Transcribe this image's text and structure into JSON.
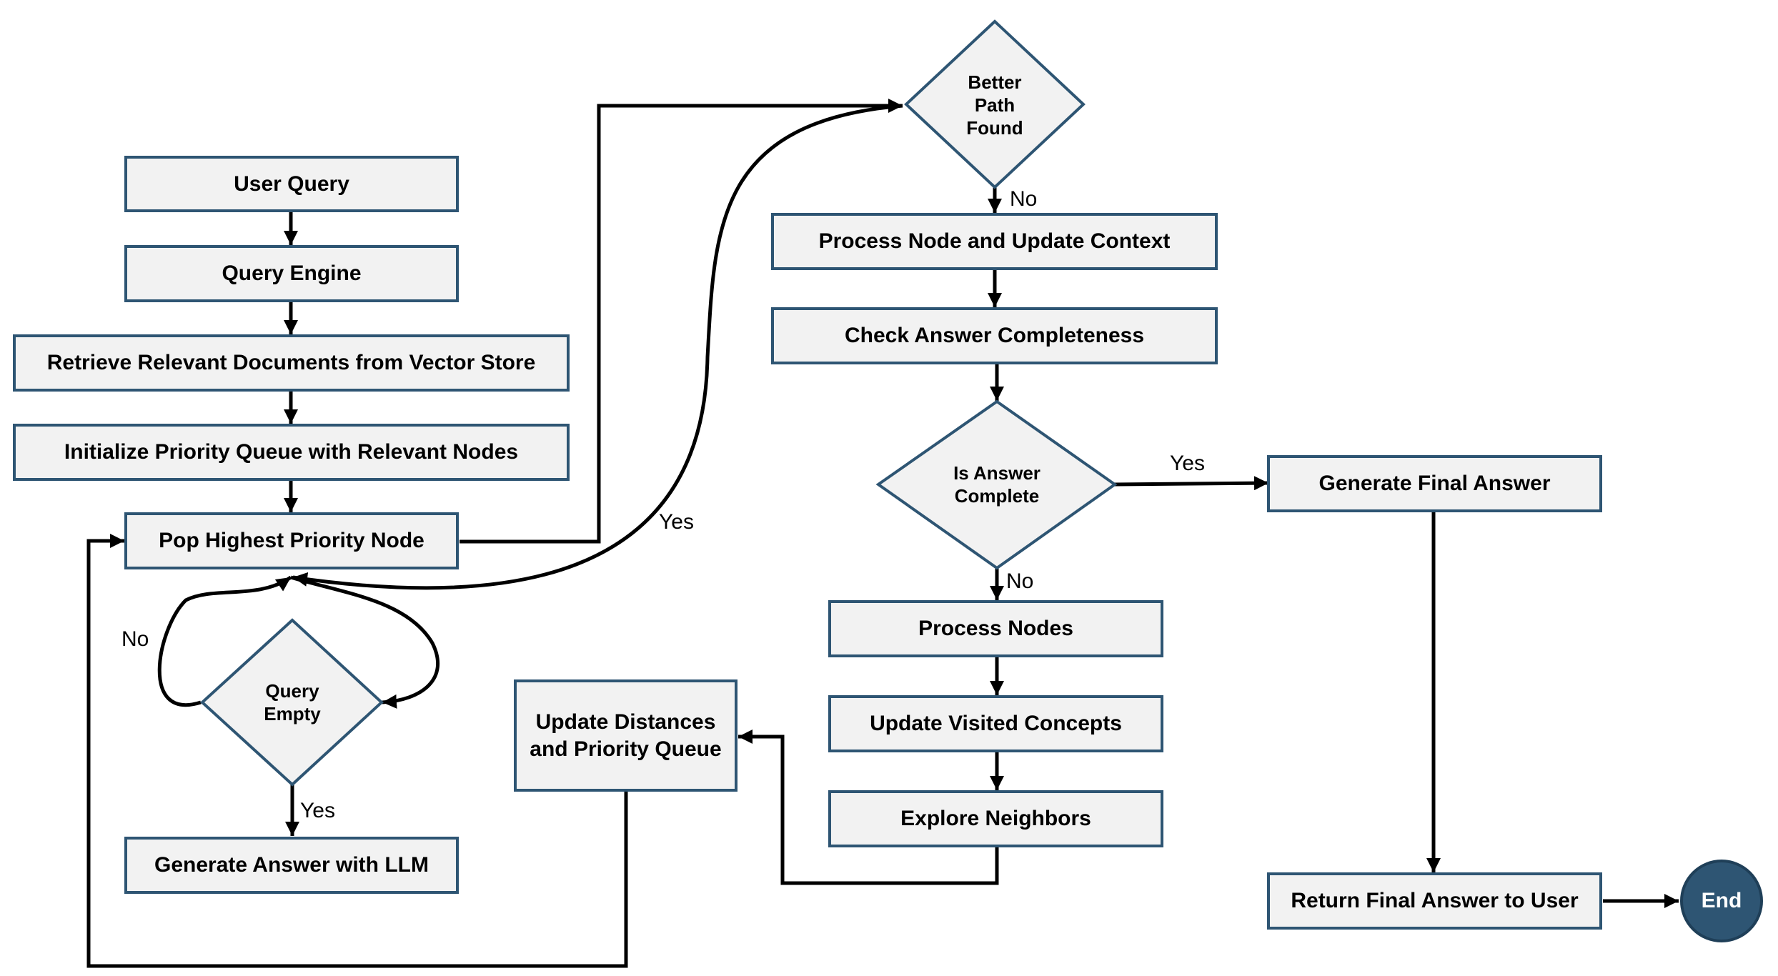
{
  "nodes": {
    "user_query": "User Query",
    "query_engine": "Query Engine",
    "retrieve_docs": "Retrieve Relevant Documents from Vector Store",
    "init_queue": "Initialize Priority Queue with Relevant Nodes",
    "pop_node": "Pop Highest Priority Node",
    "generate_llm": "Generate Answer with LLM",
    "update_distances": "Update Distances and Priority Queue",
    "process_update_context": "Process Node and Update Context",
    "check_completeness": "Check Answer Completeness",
    "process_nodes": "Process Nodes",
    "update_visited": "Update Visited Concepts",
    "explore_neighbors": "Explore Neighbors",
    "generate_final": "Generate Final Answer",
    "return_final": "Return Final Answer to User",
    "end": "End"
  },
  "decisions": {
    "query_empty": "Query Empty",
    "better_path": "Better Path Found",
    "is_complete": "Is Answer Complete"
  },
  "edge_labels": {
    "queue_no": "No",
    "queue_yes": "Yes",
    "better_no": "No",
    "better_yes": "Yes",
    "complete_yes": "Yes",
    "complete_no": "No"
  },
  "colors": {
    "box_fill": "#f2f2f2",
    "box_border": "#2e5573",
    "end_fill": "#2e5573",
    "arrow": "#000000"
  }
}
